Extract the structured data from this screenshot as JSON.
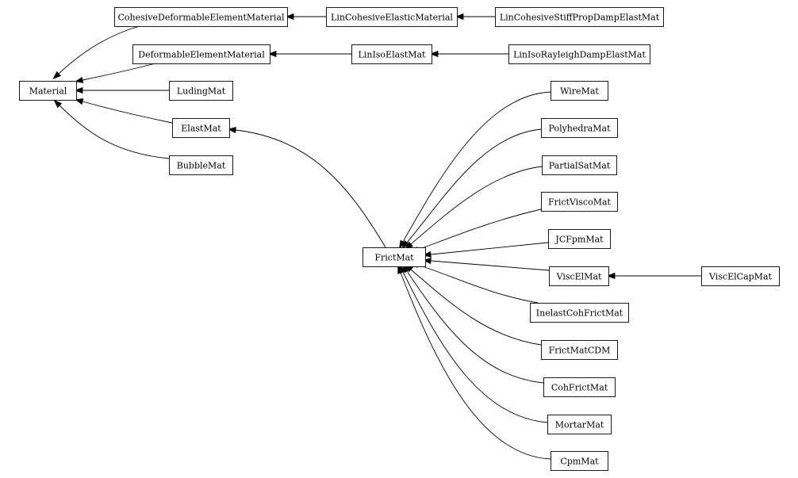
{
  "diagram": {
    "type": "inheritance-graph",
    "nodes": [
      {
        "id": "material",
        "label": "Material"
      },
      {
        "id": "cohesive_deformable",
        "label": "CohesiveDeformableElementMaterial"
      },
      {
        "id": "lin_cohesive_elastic",
        "label": "LinCohesiveElasticMaterial"
      },
      {
        "id": "lin_cohesive_stiff",
        "label": "LinCohesiveStiffPropDampElastMat"
      },
      {
        "id": "deformable_element",
        "label": "DeformableElementMaterial"
      },
      {
        "id": "lin_iso_elast",
        "label": "LinIsoElastMat"
      },
      {
        "id": "lin_iso_rayleigh",
        "label": "LinIsoRayleighDampElastMat"
      },
      {
        "id": "luding",
        "label": "LudingMat"
      },
      {
        "id": "elast",
        "label": "ElastMat"
      },
      {
        "id": "bubble",
        "label": "BubbleMat"
      },
      {
        "id": "frict",
        "label": "FrictMat"
      },
      {
        "id": "wire",
        "label": "WireMat"
      },
      {
        "id": "polyhedra",
        "label": "PolyhedraMat"
      },
      {
        "id": "partial_sat",
        "label": "PartialSatMat"
      },
      {
        "id": "frict_visco",
        "label": "FrictViscoMat"
      },
      {
        "id": "jcfpm",
        "label": "JCFpmMat"
      },
      {
        "id": "visc_el",
        "label": "ViscElMat"
      },
      {
        "id": "visc_el_cap",
        "label": "ViscElCapMat"
      },
      {
        "id": "inelast_coh_frict",
        "label": "InelastCohFrictMat"
      },
      {
        "id": "frict_cdm",
        "label": "FrictMatCDM"
      },
      {
        "id": "coh_frict",
        "label": "CohFrictMat"
      },
      {
        "id": "mortar",
        "label": "MortarMat"
      },
      {
        "id": "cpm",
        "label": "CpmMat"
      }
    ],
    "edges": [
      {
        "from": "cohesive_deformable",
        "to": "material"
      },
      {
        "from": "deformable_element",
        "to": "material"
      },
      {
        "from": "luding",
        "to": "material"
      },
      {
        "from": "elast",
        "to": "material"
      },
      {
        "from": "bubble",
        "to": "material"
      },
      {
        "from": "lin_cohesive_elastic",
        "to": "cohesive_deformable"
      },
      {
        "from": "lin_cohesive_stiff",
        "to": "lin_cohesive_elastic"
      },
      {
        "from": "lin_iso_elast",
        "to": "deformable_element"
      },
      {
        "from": "lin_iso_rayleigh",
        "to": "lin_iso_elast"
      },
      {
        "from": "frict",
        "to": "elast"
      },
      {
        "from": "wire",
        "to": "frict"
      },
      {
        "from": "polyhedra",
        "to": "frict"
      },
      {
        "from": "partial_sat",
        "to": "frict"
      },
      {
        "from": "frict_visco",
        "to": "frict"
      },
      {
        "from": "jcfpm",
        "to": "frict"
      },
      {
        "from": "visc_el",
        "to": "frict"
      },
      {
        "from": "inelast_coh_frict",
        "to": "frict"
      },
      {
        "from": "frict_cdm",
        "to": "frict"
      },
      {
        "from": "coh_frict",
        "to": "frict"
      },
      {
        "from": "mortar",
        "to": "frict"
      },
      {
        "from": "cpm",
        "to": "frict"
      },
      {
        "from": "visc_el_cap",
        "to": "visc_el"
      }
    ]
  }
}
